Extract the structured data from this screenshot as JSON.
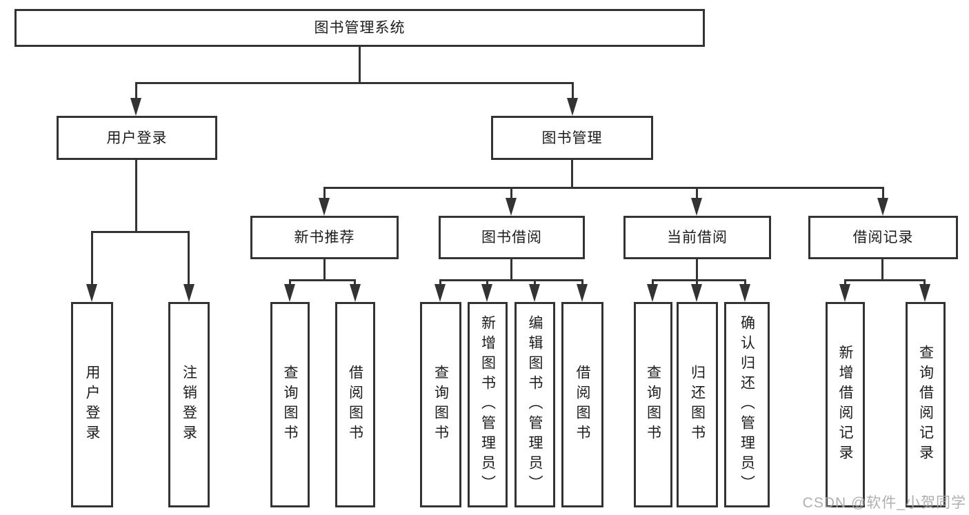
{
  "diagram_type": "hierarchy",
  "tree": {
    "label": "图书管理系统",
    "children": [
      {
        "label": "用户登录",
        "children": [
          {
            "label": "用户登录"
          },
          {
            "label": "注销登录"
          }
        ]
      },
      {
        "label": "图书管理",
        "children": [
          {
            "label": "新书推荐",
            "children": [
              {
                "label": "查询图书"
              },
              {
                "label": "借阅图书"
              }
            ]
          },
          {
            "label": "图书借阅",
            "children": [
              {
                "label": "查询图书"
              },
              {
                "label": "新增图书（管理员）"
              },
              {
                "label": "编辑图书（管理员）"
              },
              {
                "label": "借阅图书"
              }
            ]
          },
          {
            "label": "当前借阅",
            "children": [
              {
                "label": "查询图书"
              },
              {
                "label": "归还图书"
              },
              {
                "label": "确认归还（管理员）"
              }
            ]
          },
          {
            "label": "借阅记录",
            "children": [
              {
                "label": "新增借阅记录"
              },
              {
                "label": "查询借阅记录"
              }
            ]
          }
        ]
      }
    ]
  },
  "watermark": {
    "text": "CSDN @软件_小贺同学"
  },
  "colors": {
    "line": "#333333",
    "text": "#1c1c1c",
    "background": "#ffffff",
    "watermark": "#a8a8a8"
  }
}
